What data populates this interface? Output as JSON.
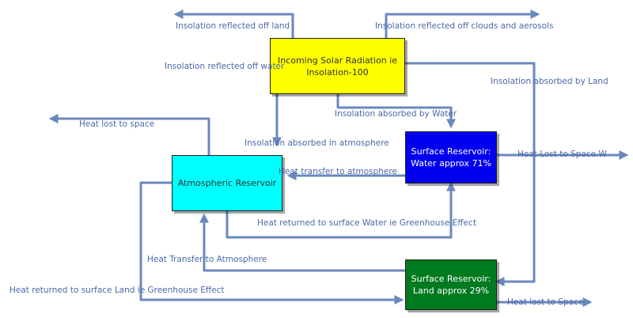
{
  "colors": {
    "arrow": "#6a88bd",
    "label": "#4a69a8",
    "solar_fill": "#ffff00",
    "atmosphere_fill": "#00ffff",
    "water_fill": "#0000ee",
    "land_fill": "#007a1f"
  },
  "boxes": {
    "solar": {
      "line1": "Incoming Solar Radiation ie",
      "line2": "Insolation-100"
    },
    "atmosphere": {
      "line1": "Atmospheric Reservoir"
    },
    "water": {
      "line1": "Surface Reservoir:",
      "line2": "Water approx 71%"
    },
    "land": {
      "line1": "Surface Reservoir:",
      "line2": "Land approx 29%"
    }
  },
  "labels": {
    "reflected_land": "Insolation reflected off land",
    "reflected_clouds": "Insolation reflected off clouds and aerosols",
    "reflected_water": "Insolation reflected off water",
    "absorbed_land": "Insolation absorbed by Land",
    "absorbed_water": "Insolation absorbed by Water",
    "heat_lost_space": "Heat lost to space",
    "absorbed_atmosphere": "Insolation absorbed in atmosphere",
    "heat_transfer_atmosphere_water": "Heat transfer to atmosphere",
    "heat_lost_space_water": "Heat Lost to Space.W",
    "heat_returned_water": "Heat returned to surface Water ie Greenhouse Effect",
    "heat_transfer_atmosphere_land": "Heat Transfer to Atmosphere",
    "heat_returned_land": "Heat returned to surface Land ie Greenhouse Effect",
    "heat_lost_space_land": "Heat lost to Space"
  }
}
